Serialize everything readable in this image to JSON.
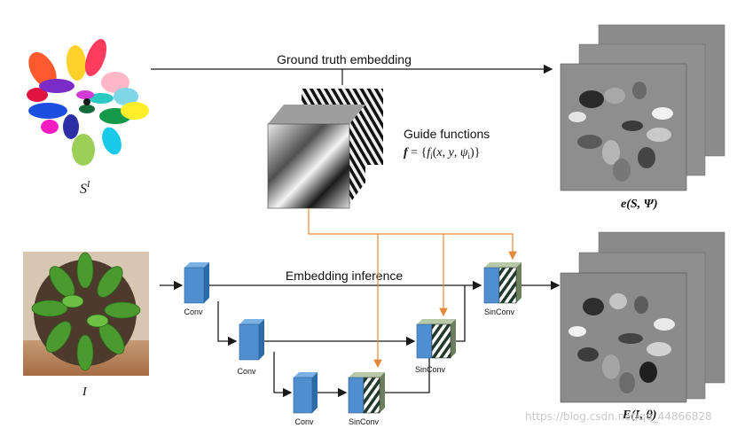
{
  "top_label": "Ground truth embedding",
  "guide_label": "Guide functions",
  "guide_formula": "f = {f_i(x, y, ψ_i)}",
  "gt_image_label": "S^I",
  "gt_output_label": "e(S, Ψ)",
  "input_label": "I",
  "inference_label": "Embedding inference",
  "pred_output_label": "E(I, θ)",
  "blocks": {
    "conv": "Conv",
    "sinconv": "SinConv"
  },
  "watermark": "https://blog.csdn.net/qq_44866828",
  "colors": {
    "conv_blue": "#4f8fd0",
    "guide_arrow": "#e38a3a",
    "arrow": "#1a1a1a"
  }
}
